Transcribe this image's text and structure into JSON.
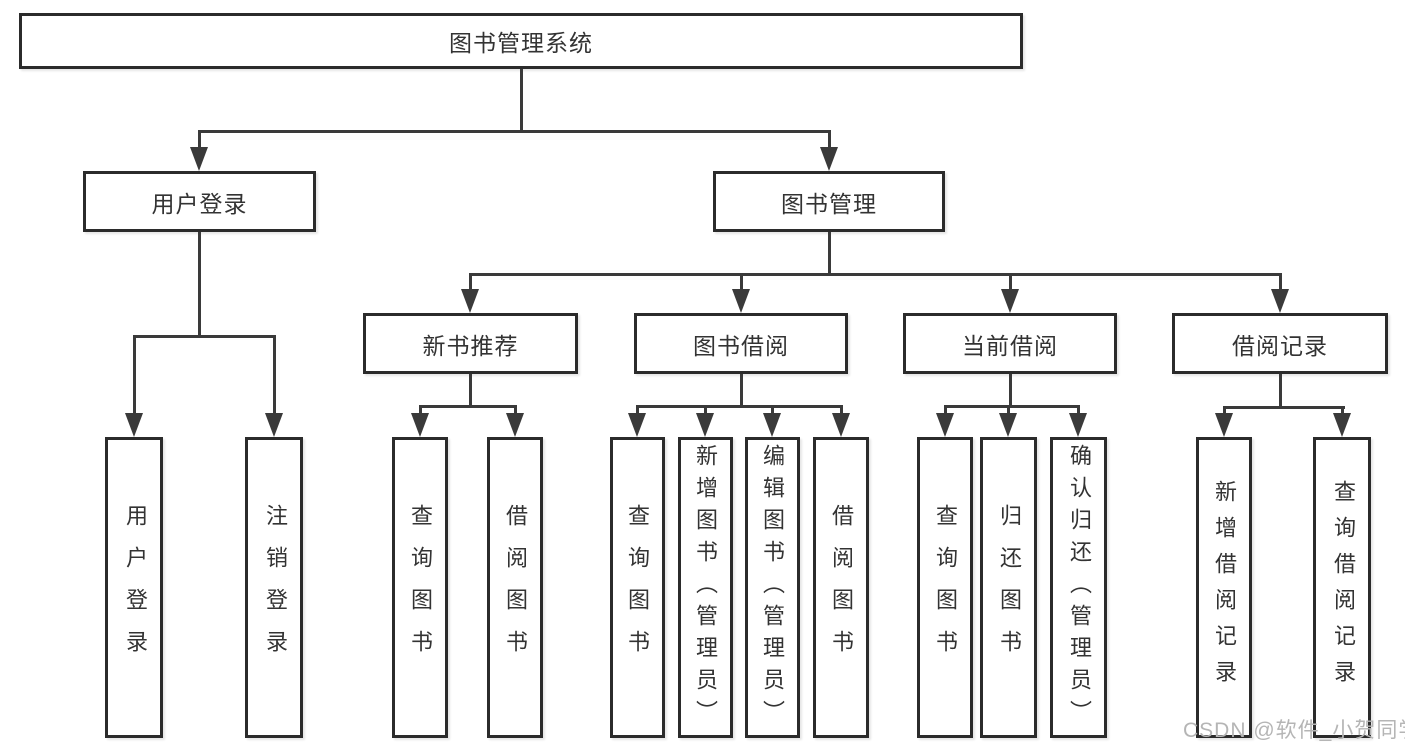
{
  "colors": {
    "background": "#ffffff",
    "line": "#3a3a3a",
    "box_border": "#2b2b2b",
    "text": "#333333",
    "watermark": "#b5b5b5"
  },
  "diagram": {
    "root": "图书管理系统",
    "level1": {
      "user_login": "用户登录",
      "book_manage": "图书管理"
    },
    "user_login_children": {
      "login": "用户登录",
      "logout": "注销登录"
    },
    "book_manage_children": {
      "new_books": "新书推荐",
      "book_borrow": "图书借阅",
      "current_borrow": "当前借阅",
      "borrow_records": "借阅记录"
    },
    "new_books_children": {
      "query_books": "查询图书",
      "borrow_books": "借阅图书"
    },
    "book_borrow_children": {
      "query_books": "查询图书",
      "add_books": "新增图书（管理员）",
      "edit_books": "编辑图书（管理员）",
      "borrow_books": "借阅图书"
    },
    "current_borrow_children": {
      "query_books": "查询图书",
      "return_books": "归还图书",
      "confirm_return": "确认归还（管理员）"
    },
    "borrow_records_children": {
      "add_record": "新增借阅记录",
      "query_record": "查询借阅记录"
    }
  },
  "watermark": {
    "text": "CSDN @软件_小贺同学"
  }
}
